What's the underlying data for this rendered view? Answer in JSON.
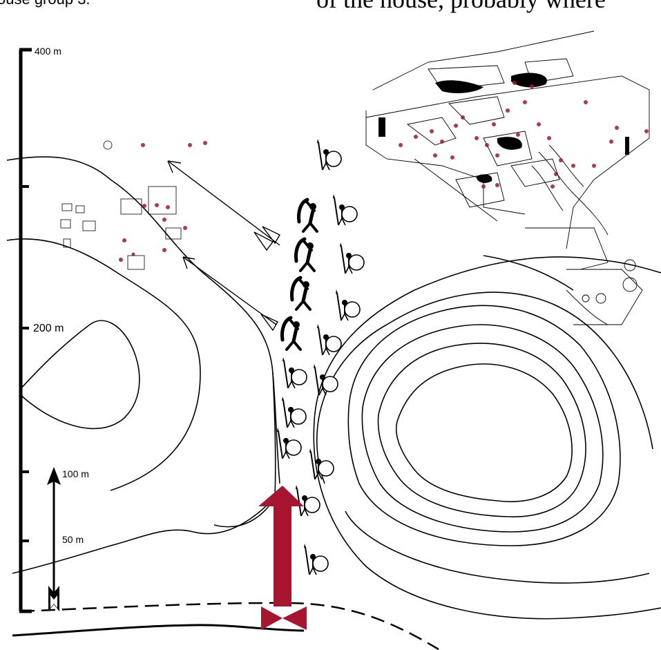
{
  "page_text": {
    "header_left": "ouse group 3.",
    "header_right": "of the house, probably where"
  },
  "scale_bar": {
    "labels": [
      "400 m",
      "200 m"
    ]
  },
  "direction_arrow": {
    "labels": [
      "100 m",
      "50 m"
    ]
  },
  "colors": {
    "attack_arrow": "#a8152e",
    "find_dots": "#a8152e",
    "line": "#000000"
  },
  "icons": [
    "spearman-shield-icon",
    "archer-icon",
    "arrow-icon",
    "big-attack-arrow-icon"
  ]
}
